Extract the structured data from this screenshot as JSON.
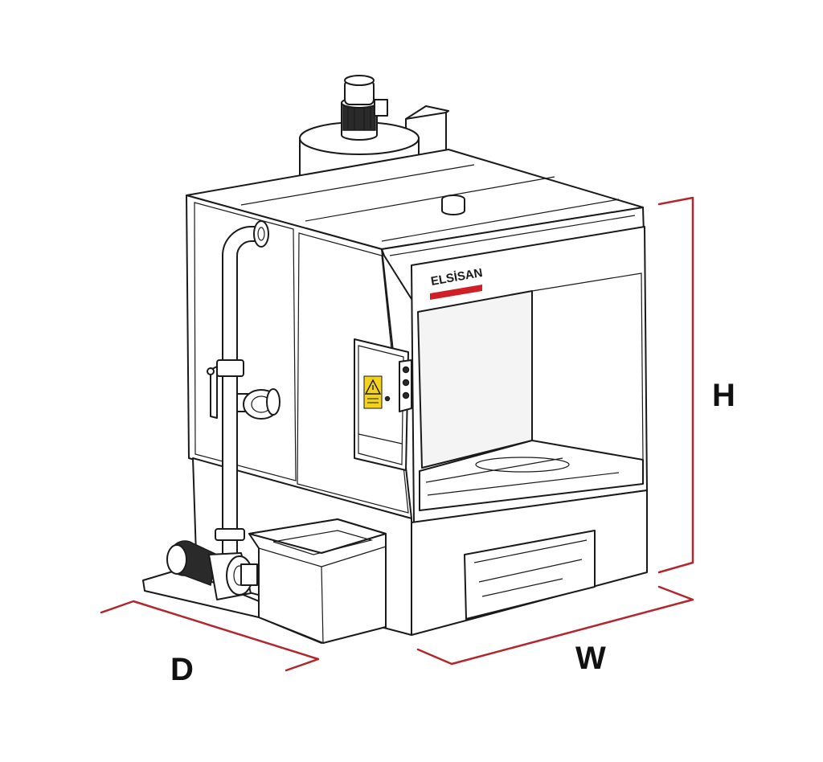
{
  "brand": {
    "name": "ELSİSAN",
    "accent_color": "#d11f27"
  },
  "dimensions": {
    "height_label": "H",
    "width_label": "W",
    "depth_label": "D",
    "line_color": "#b3262c"
  },
  "panel": {
    "warning_icon": "warning-triangle-icon"
  }
}
